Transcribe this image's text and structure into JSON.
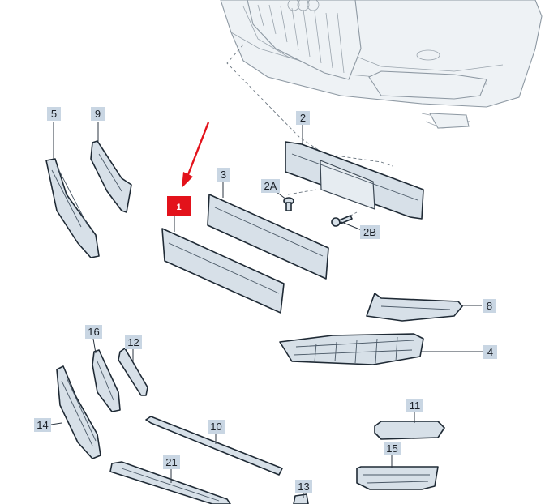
{
  "callouts": {
    "c1": "1",
    "c2": "2",
    "c2A": "2A",
    "c2B": "2B",
    "c3": "3",
    "c4": "4",
    "c5": "5",
    "c8": "8",
    "c9": "9",
    "c10": "10",
    "c11": "11",
    "c12": "12",
    "c13": "13",
    "c14": "14",
    "c15": "15",
    "c16": "16",
    "c21": "21"
  },
  "colors": {
    "highlight": "#e3121b",
    "callout_background": "#c9d6e3",
    "part_fill": "#d7e0e8",
    "outline": "#1f2a35"
  },
  "icons": {
    "pointer": "red-arrow-icon"
  }
}
